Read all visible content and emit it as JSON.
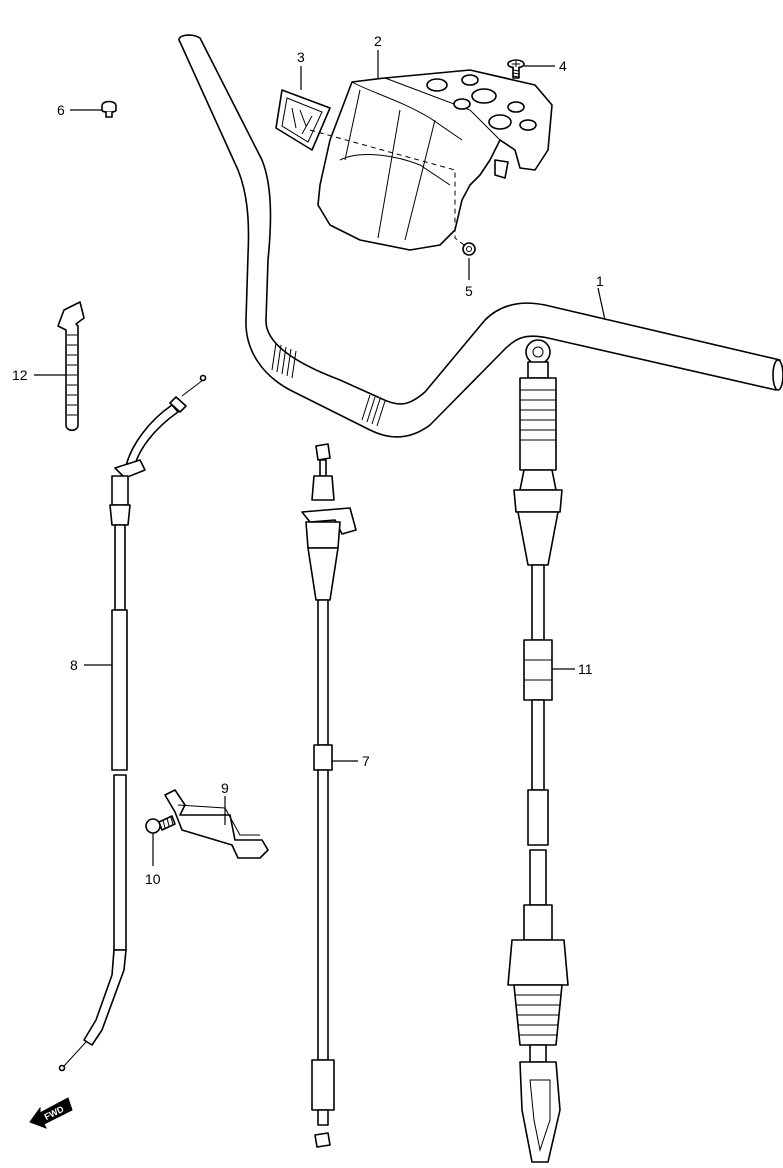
{
  "callouts": [
    "1",
    "2",
    "3",
    "4",
    "5",
    "6",
    "7",
    "8",
    "9",
    "10",
    "11",
    "12"
  ],
  "direction_badge": "FWD"
}
